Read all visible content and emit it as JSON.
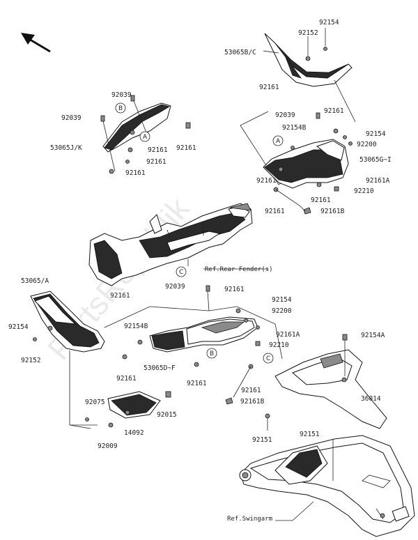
{
  "watermark": "PartsRepublik",
  "labels": {
    "n92154_top": "92154",
    "n92152_top": "92152",
    "n53065BC": "53065B/C",
    "n92161_a": "92161",
    "n92039_a": "92039",
    "n92161_b": "92161",
    "n92154B_a": "92154B",
    "n92154_r": "92154",
    "n92200_r": "92200",
    "n53065GI": "53065G~I",
    "n92161A_r": "92161A",
    "n92210_r": "92210",
    "n92161_c": "92161",
    "n92161_d": "92161",
    "n92161_e": "92161",
    "n92161B_r": "92161B",
    "n92039_b": "92039",
    "n92039_c": "92039",
    "n53065JK": "53065J/K",
    "n92161_f": "92161",
    "n92161_g": "92161",
    "n92161_h": "92161",
    "n92161_i": "92161",
    "ref_rear_fender": "Ref.Rear Fender(s)",
    "n92039_d": "92039",
    "n53065A": "53065/A",
    "n92161_j": "92161",
    "n92161_k": "92161",
    "n92154_m": "92154",
    "n92200_m": "92200",
    "n92154B_b": "92154B",
    "n92161A_m": "92161A",
    "n92210_m": "92210",
    "n92154_l": "92154",
    "n92152_l": "92152",
    "n53065DF": "53065D~F",
    "n92161_l": "92161",
    "n92161_m": "92161",
    "n92161_n": "92161",
    "n92161B_m": "92161B",
    "n92154A": "92154A",
    "n36014": "36014",
    "n92075": "92075",
    "n92015": "92015",
    "n14092": "14092",
    "n92009": "92009",
    "n92151_a": "92151",
    "n92151_b": "92151",
    "ref_swingarm": "Ref.Swingarm"
  },
  "callouts": {
    "A": "A",
    "B": "B",
    "C": "C"
  }
}
